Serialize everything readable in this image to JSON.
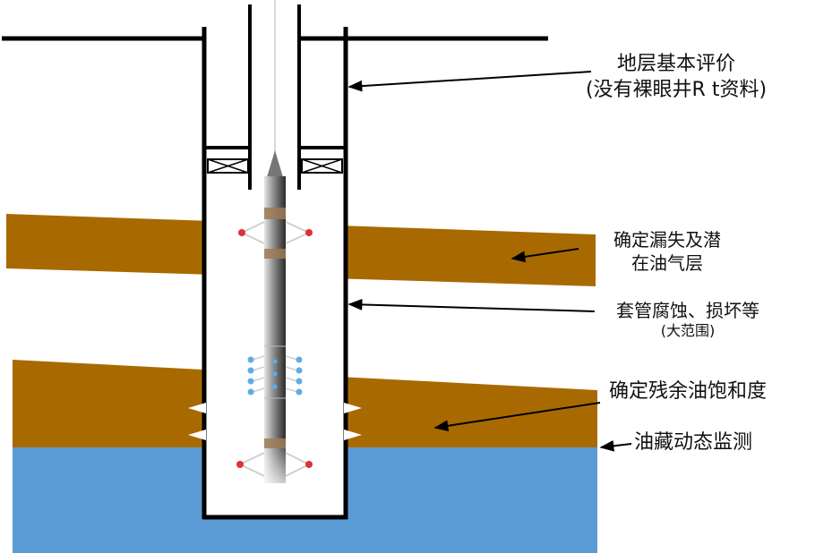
{
  "labels": {
    "formation_eval": "地层基本评价",
    "formation_eval_note": "(没有裸眼井R t资料)",
    "leak_line1": "确定漏失及潜",
    "leak_line2": "在油气层",
    "casing_corrosion": "套管腐蚀、损坏等",
    "casing_corrosion_note": "(大范围)",
    "residual_oil": "确定残余油饱和度",
    "reservoir_monitor": "油藏动态监测"
  },
  "colors": {
    "oil_layer": "#a86a00",
    "water_layer": "#5b9bd5",
    "casing": "#000000",
    "tool_dark": "#333333",
    "tool_light": "#cfcfcf",
    "tool_band": "#8b6a45",
    "pad_red": "#e0303a",
    "pad_blue": "#5aaee8"
  }
}
